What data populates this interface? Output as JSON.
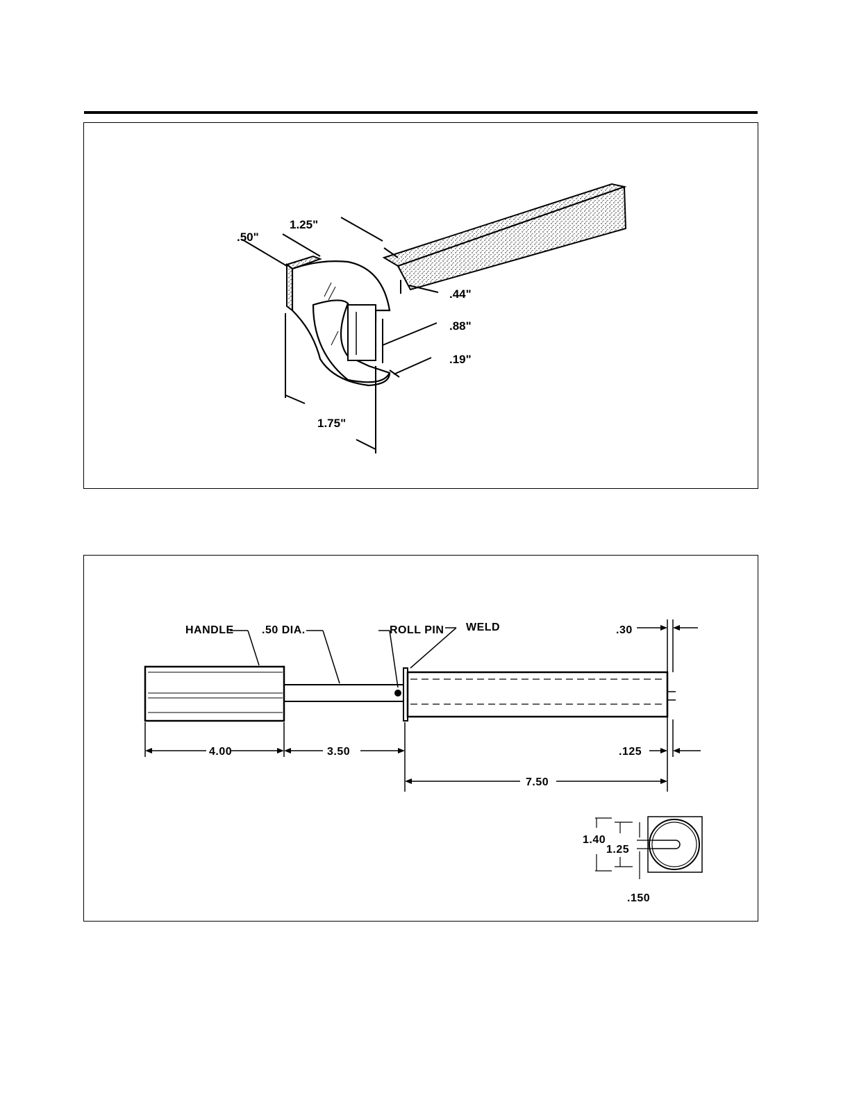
{
  "wrench": {
    "labels": {
      "thickness": ".50\"",
      "head_length": "1.25\"",
      "neck": ".44\"",
      "opening": ".88\"",
      "jaw": ".19\"",
      "head_width": "1.75\""
    }
  },
  "tool": {
    "labels": {
      "handle": "HANDLE",
      "shaft_dia": ".50 DIA.",
      "roll_pin": "ROLL PIN",
      "weld": "WELD",
      "tip": ".30",
      "handle_len": "4.00",
      "shaft_len": "3.50",
      "tube_len": "7.50",
      "slot_depth": ".125"
    },
    "end_view": {
      "outer": "1.40",
      "inner": "1.25",
      "slot": ".150"
    }
  }
}
